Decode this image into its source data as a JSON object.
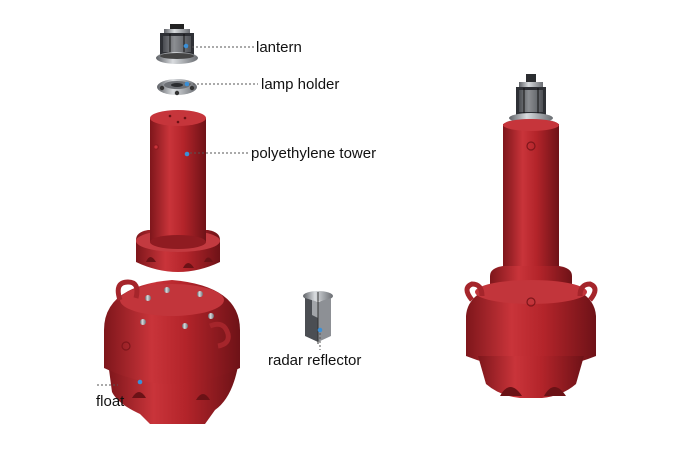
{
  "labels": {
    "lantern": "lantern",
    "lamp_holder": "lamp holder",
    "tower": "polyethylene tower",
    "radar_reflector": "radar reflector",
    "float": "float"
  },
  "colors": {
    "buoy_red": "#b3242a",
    "buoy_dark_red": "#7e161b",
    "buoy_light_red": "#d04a4f",
    "metal_gray": "#9a9ea3",
    "leader_dot": "#3b8fd6"
  }
}
